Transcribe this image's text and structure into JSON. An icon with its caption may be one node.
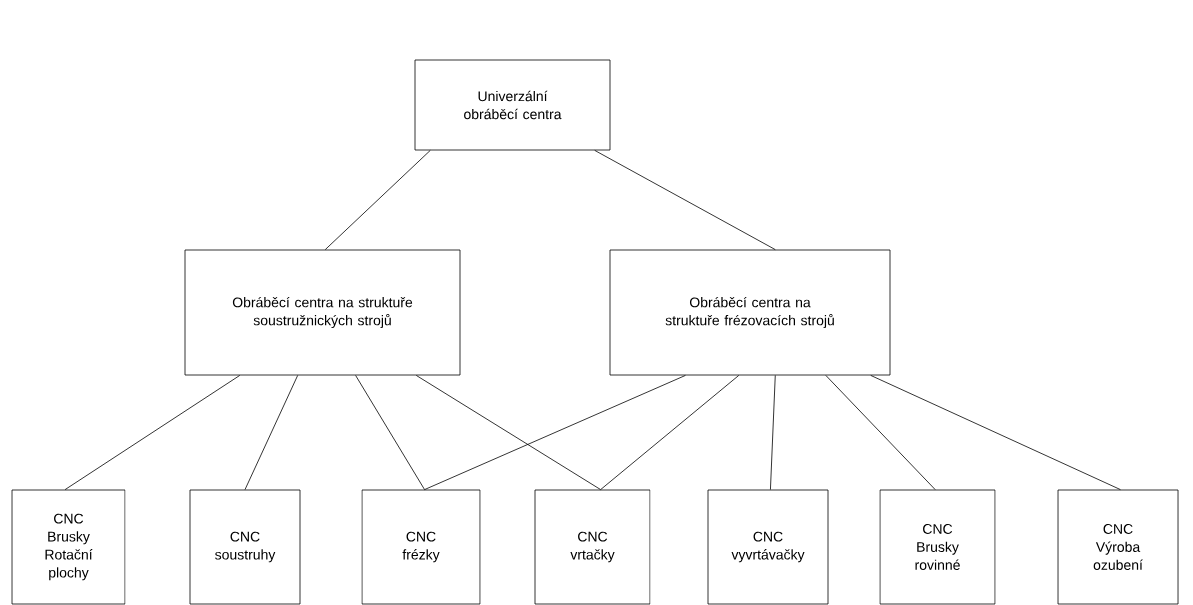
{
  "diagram": {
    "nodes": [
      {
        "text": [
          "Univerzální obráběcí centra"
        ]
      },
      {
        "text": [
          "Obráběcí centra na struktuře soustružnických strojů"
        ]
      },
      {
        "text": [
          "Obráběcí centra na struktuře frézovacích strojů"
        ]
      },
      {
        "text": [
          "CNC Brusky Rotační plochy"
        ]
      },
      {
        "text": [
          "CNC soustruhy"
        ]
      },
      {
        "text": [
          "CNC frézky"
        ]
      },
      {
        "text": [
          "CNC vrtačky"
        ]
      },
      {
        "text": [
          "CNC vyvrtávačky"
        ]
      },
      {
        "text": [
          "CNC Brusky rovinné"
        ]
      },
      {
        "text": [
          "CNC Výroba ozubení"
        ]
      }
    ],
    "edges": [
      {
        "from": 0,
        "to": 1,
        "arrow": "none"
      },
      {
        "from": 0,
        "to": 2,
        "arrow": "none"
      },
      {
        "from": 1,
        "to": 3,
        "arrow": "none"
      },
      {
        "from": 1,
        "to": 4,
        "arrow": "none"
      },
      {
        "from": 1,
        "to": 5,
        "arrow": "none"
      },
      {
        "from": 1,
        "to": 6,
        "arrow": "none"
      },
      {
        "from": 2,
        "to": 5,
        "arrow": "none"
      },
      {
        "from": 2,
        "to": 6,
        "arrow": "none"
      },
      {
        "from": 2,
        "to": 7,
        "arrow": "none"
      },
      {
        "from": 2,
        "to": 8,
        "arrow": "none"
      },
      {
        "from": 2,
        "to": 9,
        "arrow": "none"
      }
    ]
  }
}
